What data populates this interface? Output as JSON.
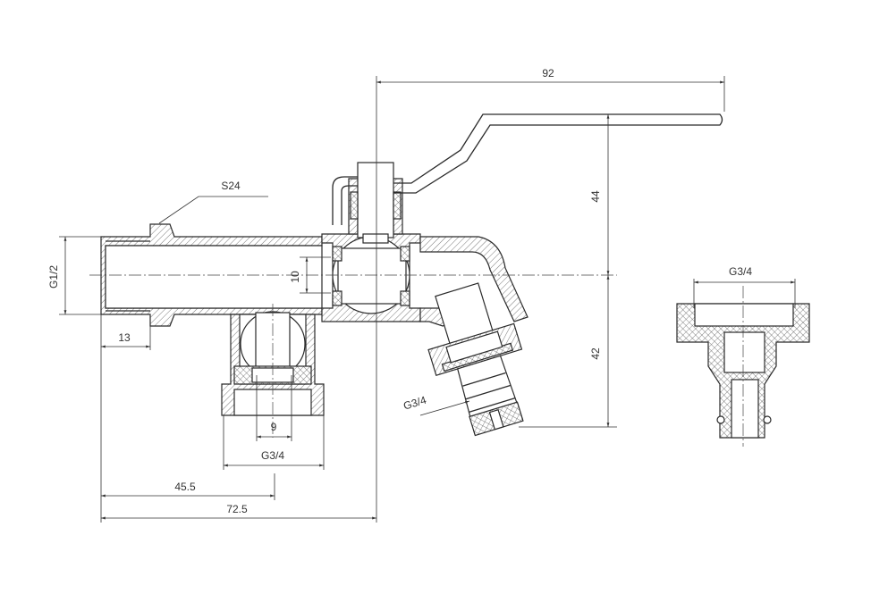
{
  "drawing": {
    "title": "Ball valve with hose connector - technical drawing",
    "dimensions": {
      "handle_length": "92",
      "handle_height": "44",
      "spout_drop": "42",
      "inlet_thread": "G1/2",
      "hex_size": "S24",
      "bore": "10",
      "thread_length": "13",
      "branch_bore": "9",
      "branch_thread": "G3/4",
      "spout_thread": "G3/4",
      "branch_offset": "45.5",
      "body_length": "72.5",
      "adapter_thread": "G3/4"
    }
  }
}
